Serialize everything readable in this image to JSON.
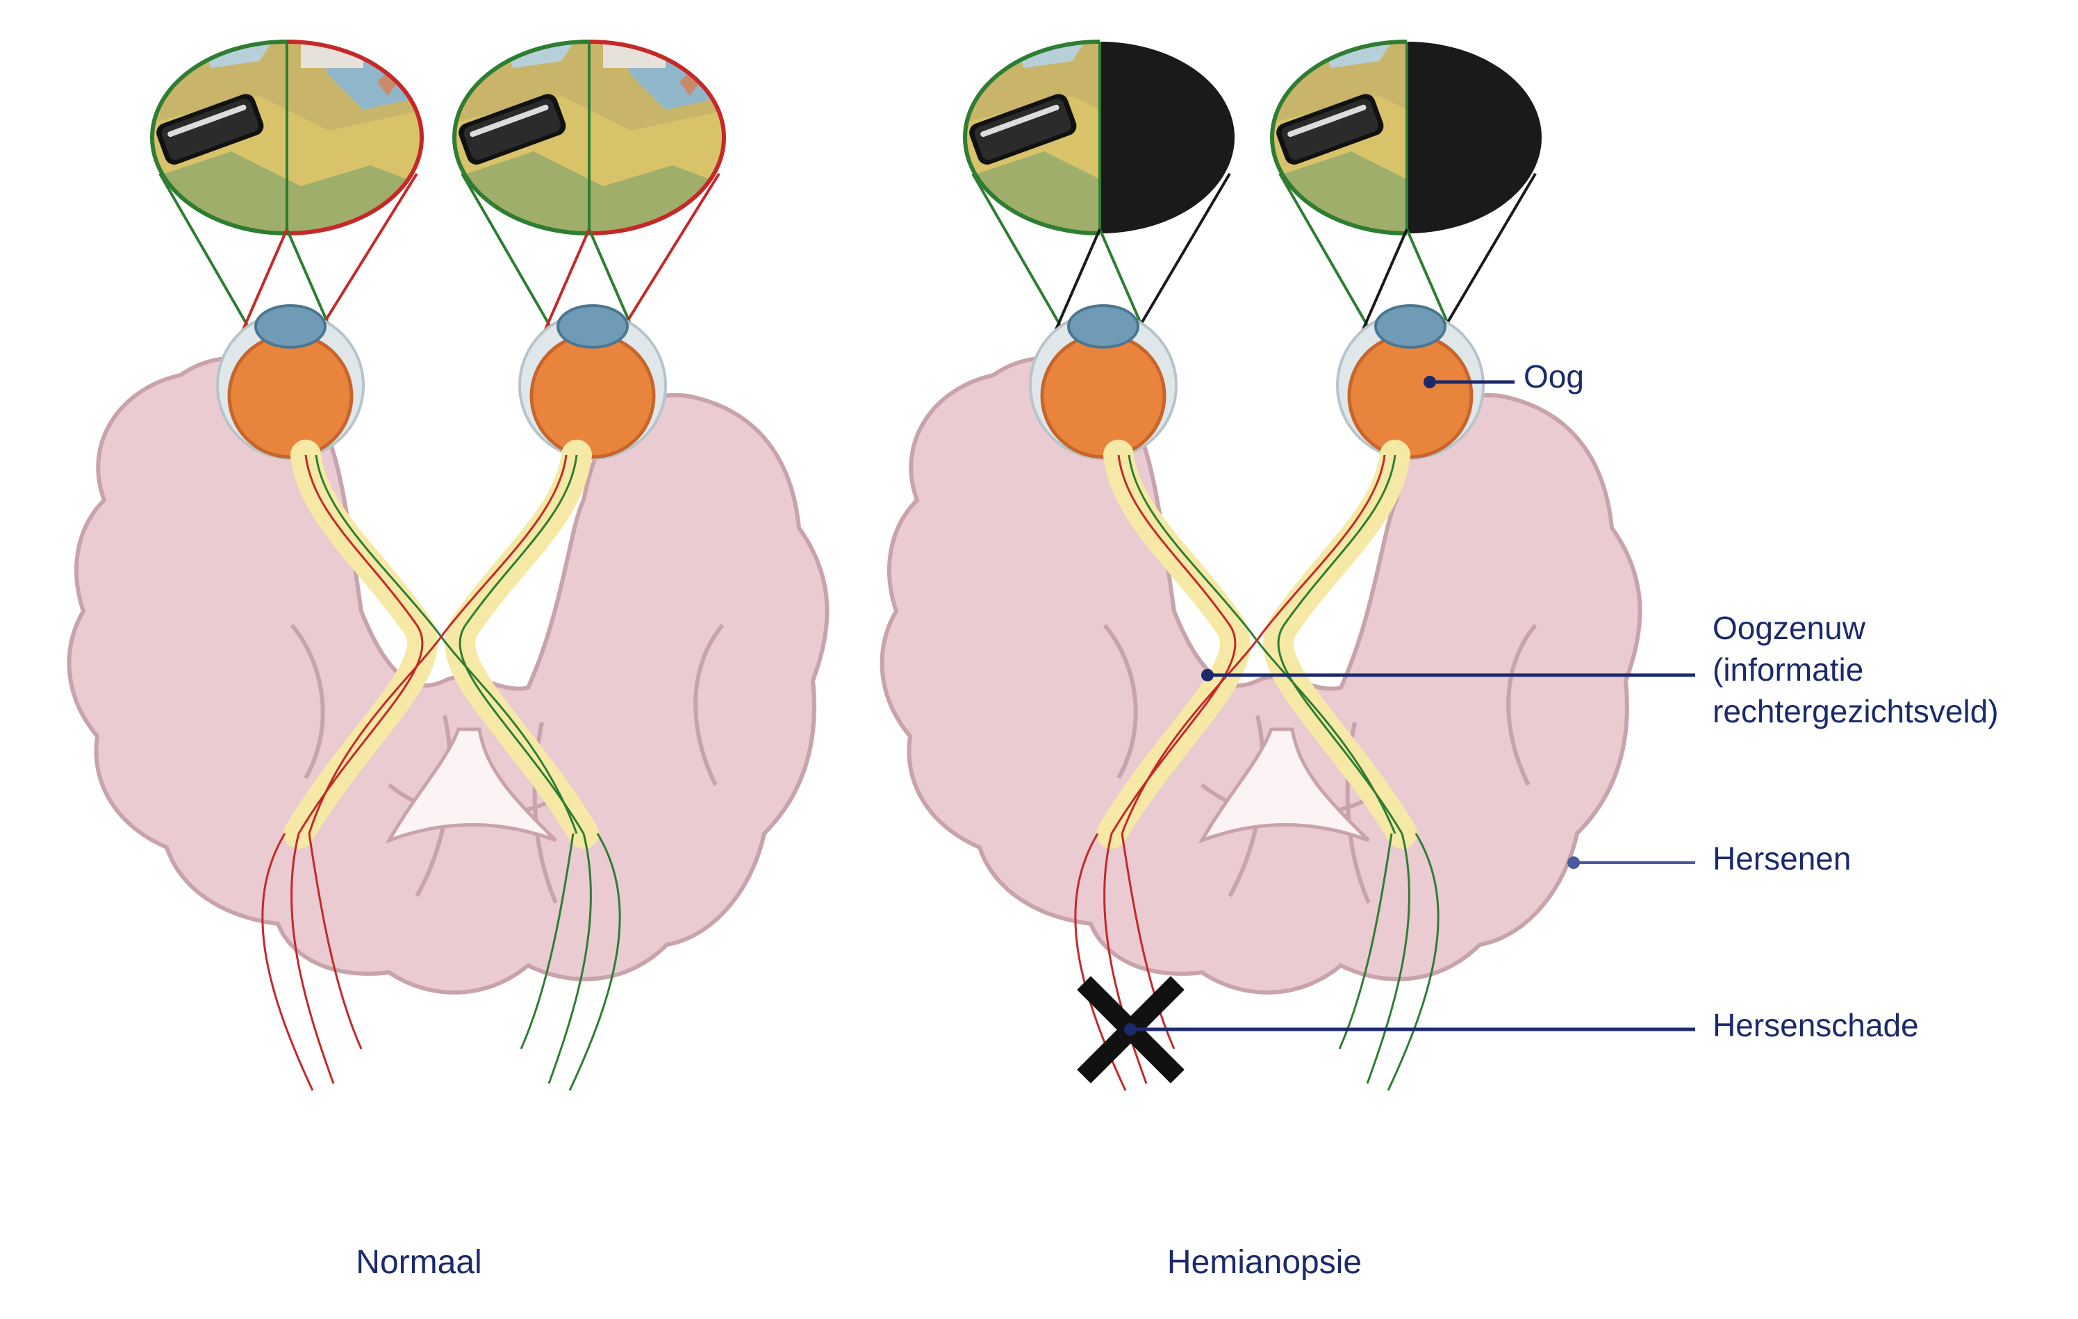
{
  "captions": {
    "normal": "Normaal",
    "hemianopsia": "Hemianopsie"
  },
  "labels": {
    "eye": "Oog",
    "optic_nerve_line1": "Oogzenuw",
    "optic_nerve_line2": "(informatie",
    "optic_nerve_line3": "rechtergezichtsveld)",
    "brain": "Hersenen",
    "brain_damage": "Hersenschade"
  },
  "colors": {
    "label_text": "#1c2a6b",
    "green_pathway": "#2e7d32",
    "red_pathway": "#c62828",
    "brain_fill": "#e8c9cf",
    "brain_outline": "#caa0a8",
    "eye_fill": "#e8843c",
    "nerve_fill": "#f6e9a6",
    "blind_field": "#1a1a1a"
  }
}
